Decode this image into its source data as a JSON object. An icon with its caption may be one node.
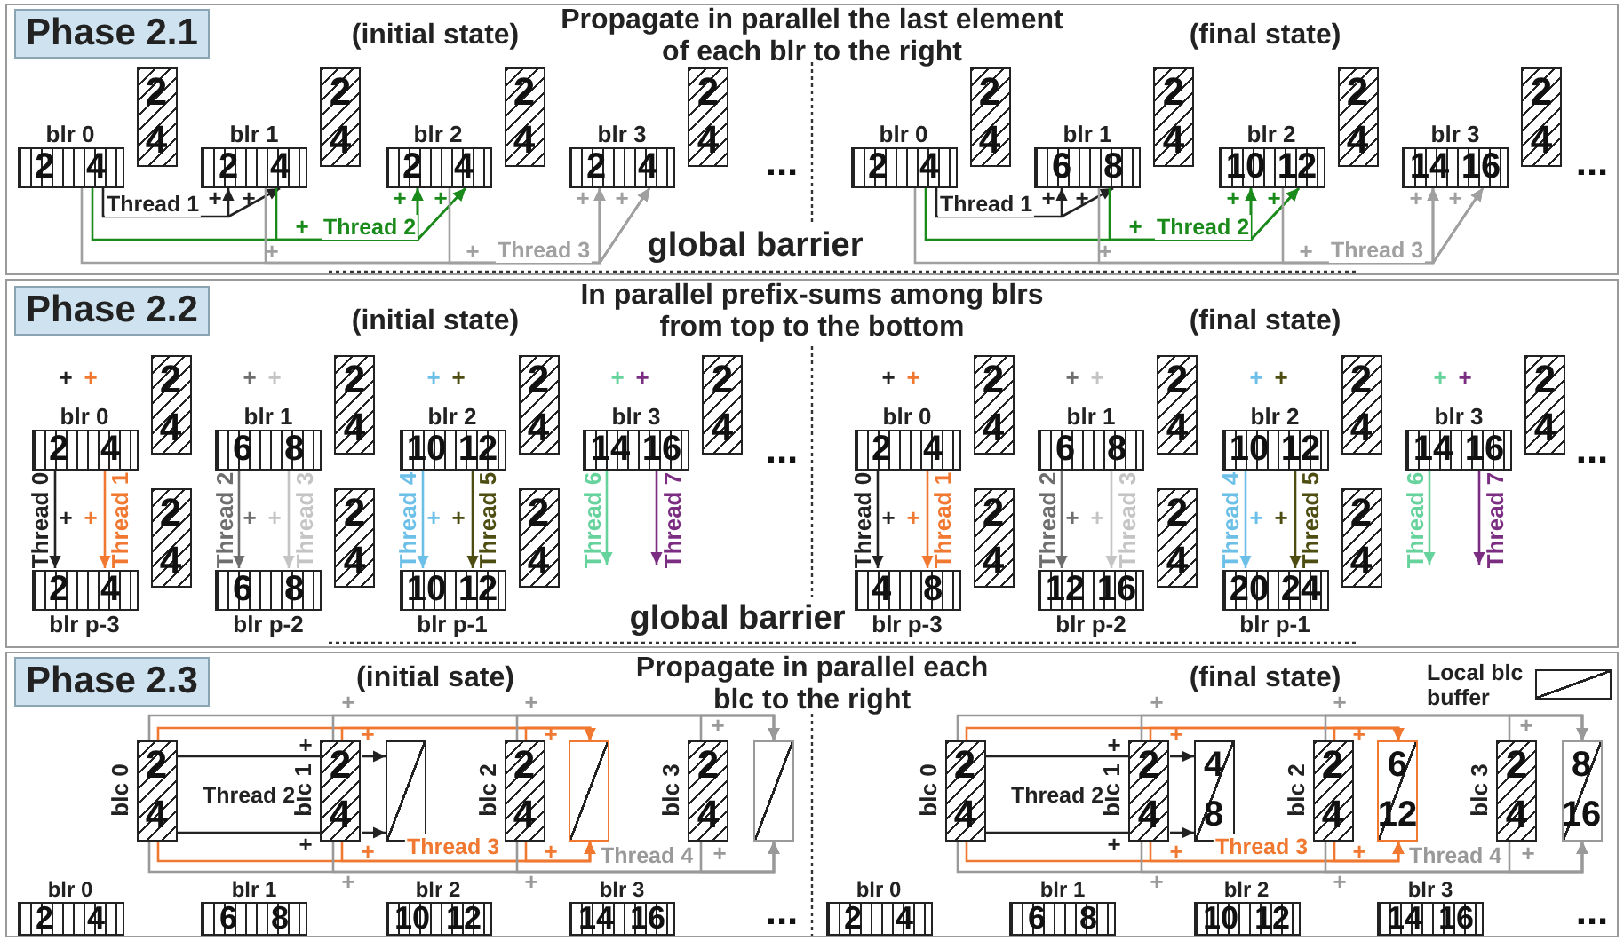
{
  "diagram": {
    "nodes": [
      {
        "text": [
          "Propagate in parallel the last element of each blr to the right"
        ]
      },
      {
        "text": [
          "Phase 2.1"
        ],
        "in": 0
      },
      {
        "text": [
          "blr 0",
          "2",
          "4"
        ],
        "in": 0
      },
      {
        "text": [
          "2",
          "4"
        ],
        "in": 0
      },
      {
        "text": [
          "blr 1",
          "2",
          "4"
        ],
        "in": 0
      },
      {
        "text": [
          "2",
          "4"
        ],
        "in": 0
      },
      {
        "text": [
          "blr 2",
          "2",
          "4"
        ],
        "in": 0
      },
      {
        "text": [
          "2",
          "4"
        ],
        "in": 0
      },
      {
        "text": [
          "blr 3",
          "2",
          "4"
        ],
        "in": 0
      },
      {
        "text": [
          "2",
          "4"
        ],
        "in": 0
      },
      {
        "text": [
          "blr 0",
          "2",
          "4"
        ],
        "in": 0
      },
      {
        "text": [
          "2",
          "4"
        ],
        "in": 0
      },
      {
        "text": [
          "blr 1",
          "6",
          "8"
        ],
        "in": 0
      },
      {
        "text": [
          "2",
          "4"
        ],
        "in": 0
      },
      {
        "text": [
          "blr 2",
          "10",
          "12"
        ],
        "in": 0
      },
      {
        "text": [
          "2",
          "4"
        ],
        "in": 0
      },
      {
        "text": [
          "blr 3",
          "14",
          "16"
        ],
        "in": 0
      },
      {
        "text": [
          "2",
          "4"
        ],
        "in": 0
      },
      {
        "text": [
          "In parallel prefix-sums among blrs from top to the bottom"
        ]
      },
      {
        "text": [
          "Phase 2.2"
        ],
        "in": 18
      },
      {
        "text": [
          "blr 0",
          "2",
          "4"
        ],
        "in": 18
      },
      {
        "text": [
          "2",
          "4"
        ],
        "in": 18
      },
      {
        "text": [
          "blr 1",
          "6",
          "8"
        ],
        "in": 18
      },
      {
        "text": [
          "2",
          "4"
        ],
        "in": 18
      },
      {
        "text": [
          "blr 2",
          "10",
          "12"
        ],
        "in": 18
      },
      {
        "text": [
          "2",
          "4"
        ],
        "in": 18
      },
      {
        "text": [
          "blr 3",
          "14",
          "16"
        ],
        "in": 18
      },
      {
        "text": [
          "2",
          "4"
        ],
        "in": 18
      },
      {
        "text": [
          "2",
          "4",
          "blr p-3"
        ],
        "in": 18
      },
      {
        "text": [
          "2",
          "4"
        ],
        "in": 18
      },
      {
        "text": [
          "6",
          "8",
          "blr p-2"
        ],
        "in": 18
      },
      {
        "text": [
          "2",
          "4"
        ],
        "in": 18
      },
      {
        "text": [
          "10",
          "12",
          "blr p-1"
        ],
        "in": 18
      },
      {
        "text": [
          "2",
          "4"
        ],
        "in": 18
      },
      {
        "text": [
          "blr 0",
          "2",
          "4"
        ],
        "in": 18
      },
      {
        "text": [
          "2",
          "4"
        ],
        "in": 18
      },
      {
        "text": [
          "blr 1",
          "6",
          "8"
        ],
        "in": 18
      },
      {
        "text": [
          "2",
          "4"
        ],
        "in": 18
      },
      {
        "text": [
          "blr 2",
          "10",
          "12"
        ],
        "in": 18
      },
      {
        "text": [
          "2",
          "4"
        ],
        "in": 18
      },
      {
        "text": [
          "blr 3",
          "14",
          "16"
        ],
        "in": 18
      },
      {
        "text": [
          "2",
          "4"
        ],
        "in": 18
      },
      {
        "text": [
          "4",
          "8",
          "blr p-3"
        ],
        "in": 18
      },
      {
        "text": [
          "2",
          "4"
        ],
        "in": 18
      },
      {
        "text": [
          "12",
          "16",
          "blr p-2"
        ],
        "in": 18
      },
      {
        "text": [
          "2",
          "4"
        ],
        "in": 18
      },
      {
        "text": [
          "20",
          "24",
          "blr p-1"
        ],
        "in": 18
      },
      {
        "text": [
          "2",
          "4"
        ],
        "in": 18
      },
      {
        "text": [
          "Propagate in parallel each blc to the right"
        ]
      },
      {
        "text": [
          "Phase 2.3"
        ],
        "in": 48
      },
      {
        "text": [
          "blc 0",
          "2",
          "4"
        ],
        "in": 48
      },
      {
        "text": [
          "blc 1",
          "2",
          "4"
        ],
        "in": 48
      },
      {
        "text": [],
        "shape": "box",
        "in": 48
      },
      {
        "text": [
          "blc 2",
          "2",
          "4"
        ],
        "in": 48
      },
      {
        "text": [],
        "shape": "box",
        "in": 48
      },
      {
        "text": [
          "blc 3",
          "2",
          "4"
        ],
        "in": 48
      },
      {
        "text": [],
        "shape": "box",
        "in": 48
      },
      {
        "text": [
          "blr 0",
          "2",
          "4"
        ],
        "in": 48
      },
      {
        "text": [
          "blr 1",
          "6",
          "8"
        ],
        "in": 48
      },
      {
        "text": [
          "blr 2",
          "10",
          "12"
        ],
        "in": 48
      },
      {
        "text": [
          "blr 3",
          "14",
          "16"
        ],
        "in": 48
      },
      {
        "text": [
          "blc 0",
          "2",
          "4"
        ],
        "in": 48
      },
      {
        "text": [
          "blc 1",
          "2",
          "4"
        ],
        "in": 48
      },
      {
        "text": [
          "4",
          "8"
        ],
        "in": 48
      },
      {
        "text": [
          "blc 2",
          "2",
          "4"
        ],
        "in": 48
      },
      {
        "text": [
          "6",
          "12"
        ],
        "in": 48
      },
      {
        "text": [
          "blc 3",
          "2",
          "4"
        ],
        "in": 48
      },
      {
        "text": [
          "8",
          "16"
        ],
        "in": 48
      },
      {
        "text": [
          "blr 0",
          "2",
          "4"
        ],
        "in": 48
      },
      {
        "text": [
          "blr 1",
          "6",
          "8"
        ],
        "in": 48
      },
      {
        "text": [
          "blr 2",
          "10",
          "12"
        ],
        "in": 48
      },
      {
        "text": [
          "blr 3",
          "14",
          "16"
        ],
        "in": 48
      }
    ],
    "edges": [
      {
        "from": 2,
        "to": 4,
        "arrow": "to",
        "label": "Thread 1"
      },
      {
        "from": 2,
        "to": 6,
        "arrow": "to",
        "label": "Thread 2",
        "color": "#1a8a1a"
      },
      {
        "from": 4,
        "to": 6,
        "arrow": "to",
        "color": "#1a8a1a"
      },
      {
        "from": 2,
        "to": 8,
        "arrow": "to",
        "label": "Thread 3",
        "color": "#a0a0a0"
      },
      {
        "from": 4,
        "to": 8,
        "arrow": "to",
        "color": "#a0a0a0"
      },
      {
        "from": 6,
        "to": 8,
        "arrow": "to",
        "color": "#a0a0a0"
      },
      {
        "from": 10,
        "to": 12,
        "arrow": "to",
        "label": "Thread 1"
      },
      {
        "from": 10,
        "to": 14,
        "arrow": "to",
        "label": "Thread 2",
        "color": "#1a8a1a"
      },
      {
        "from": 12,
        "to": 14,
        "arrow": "to",
        "color": "#1a8a1a"
      },
      {
        "from": 10,
        "to": 16,
        "arrow": "to",
        "label": "Thread 3",
        "color": "#a0a0a0"
      },
      {
        "from": 12,
        "to": 16,
        "arrow": "to",
        "color": "#a0a0a0"
      },
      {
        "from": 14,
        "to": 16,
        "arrow": "to",
        "color": "#a0a0a0"
      },
      {
        "from": 20,
        "to": 28,
        "arrow": "to",
        "label": "Thread 0"
      },
      {
        "from": 20,
        "to": 28,
        "arrow": "to",
        "label": "Thread 1",
        "color": "#f07830"
      },
      {
        "from": 22,
        "to": 30,
        "arrow": "to",
        "label": "Thread 2",
        "color": "#6e6e6e"
      },
      {
        "from": 22,
        "to": 30,
        "arrow": "to",
        "label": "Thread 3",
        "color": "#c4c4c4"
      },
      {
        "from": 24,
        "to": 32,
        "arrow": "to",
        "label": "Thread 4",
        "color": "#6cc0e8"
      },
      {
        "from": 24,
        "to": 32,
        "arrow": "to",
        "label": "Thread 5",
        "color": "#4d4d12"
      },
      {
        "from": 26,
        "to": null,
        "arrow": "to",
        "label": "Thread 6",
        "color": "#66d39c"
      },
      {
        "from": 26,
        "to": null,
        "arrow": "to",
        "label": "Thread 7",
        "color": "#7b2d82"
      },
      {
        "from": 34,
        "to": 42,
        "arrow": "to",
        "label": "Thread 0"
      },
      {
        "from": 34,
        "to": 42,
        "arrow": "to",
        "label": "Thread 1",
        "color": "#f07830"
      },
      {
        "from": 36,
        "to": 44,
        "arrow": "to",
        "label": "Thread 2",
        "color": "#6e6e6e"
      },
      {
        "from": 36,
        "to": 44,
        "arrow": "to",
        "label": "Thread 3",
        "color": "#c4c4c4"
      },
      {
        "from": 38,
        "to": 46,
        "arrow": "to",
        "label": "Thread 4",
        "color": "#6cc0e8"
      },
      {
        "from": 38,
        "to": 46,
        "arrow": "to",
        "label": "Thread 5",
        "color": "#4d4d12"
      },
      {
        "from": 40,
        "to": null,
        "arrow": "to",
        "label": "Thread 6",
        "color": "#66d39c"
      },
      {
        "from": 40,
        "to": null,
        "arrow": "to",
        "label": "Thread 7",
        "color": "#7b2d82"
      },
      {
        "from": 50,
        "to": 51,
        "arrow": "none",
        "label": "Thread 2"
      },
      {
        "from": 50,
        "to": 51,
        "arrow": "none"
      },
      {
        "from": 51,
        "to": 52,
        "arrow": "to"
      },
      {
        "from": 51,
        "to": 52,
        "arrow": "to"
      },
      {
        "from": 50,
        "to": 54,
        "arrow": "to",
        "label": "Thread 3",
        "color": "#f07830"
      },
      {
        "from": 51,
        "to": 54,
        "arrow": "to",
        "color": "#f07830"
      },
      {
        "from": 53,
        "to": 54,
        "arrow": "to",
        "color": "#f07830"
      },
      {
        "from": 50,
        "to": 56,
        "arrow": "to",
        "label": "Thread 4",
        "color": "#999999"
      },
      {
        "from": 51,
        "to": 56,
        "arrow": "to",
        "color": "#999999"
      },
      {
        "from": 53,
        "to": 56,
        "arrow": "to",
        "color": "#999999"
      },
      {
        "from": 55,
        "to": 56,
        "arrow": "to",
        "color": "#999999"
      },
      {
        "from": 61,
        "to": 62,
        "arrow": "none",
        "label": "Thread 2"
      },
      {
        "from": 61,
        "to": 62,
        "arrow": "none"
      },
      {
        "from": 62,
        "to": 63,
        "arrow": "to"
      },
      {
        "from": 62,
        "to": 63,
        "arrow": "to"
      },
      {
        "from": 61,
        "to": 65,
        "arrow": "to",
        "label": "Thread 3",
        "color": "#f07830"
      },
      {
        "from": 62,
        "to": 65,
        "arrow": "to",
        "color": "#f07830"
      },
      {
        "from": 64,
        "to": 65,
        "arrow": "to",
        "color": "#f07830"
      },
      {
        "from": 61,
        "to": 67,
        "arrow": "to",
        "label": "Thread 4",
        "color": "#999999"
      },
      {
        "from": 62,
        "to": 67,
        "arrow": "to",
        "color": "#999999"
      },
      {
        "from": 64,
        "to": 67,
        "arrow": "to",
        "color": "#999999"
      },
      {
        "from": 66,
        "to": 67,
        "arrow": "to",
        "color": "#999999"
      }
    ],
    "labels": [
      "(initial state)",
      "(final state)",
      "...",
      "...",
      "global barrier",
      "+",
      "+",
      "+",
      "+",
      "+",
      "+",
      "+",
      "+",
      "+",
      "+",
      "+",
      "+",
      "+",
      "+",
      "+",
      "+",
      "+",
      "+",
      "(initial state)",
      "(final state)",
      "...",
      "...",
      "global barrier",
      "+",
      "+",
      "+",
      "+",
      "+",
      "+",
      "+",
      "+",
      "+",
      "+",
      "+",
      "+",
      "+",
      "+",
      "+",
      "+",
      "+",
      "+",
      "+",
      "+",
      "+",
      "+",
      "+",
      "+",
      "+",
      "+",
      "+",
      "+",
      "(initial sate)",
      "(final state)",
      "...",
      "...",
      "+",
      "+",
      "+",
      "+",
      "+",
      "+",
      "+",
      "+",
      "+",
      "+",
      "+",
      "+",
      "+",
      "+",
      "+",
      "+",
      "+",
      "+",
      "+",
      "+",
      "+",
      "+",
      "+",
      "+"
    ],
    "legend": [
      {
        "text": "Local blc buffer"
      }
    ]
  }
}
